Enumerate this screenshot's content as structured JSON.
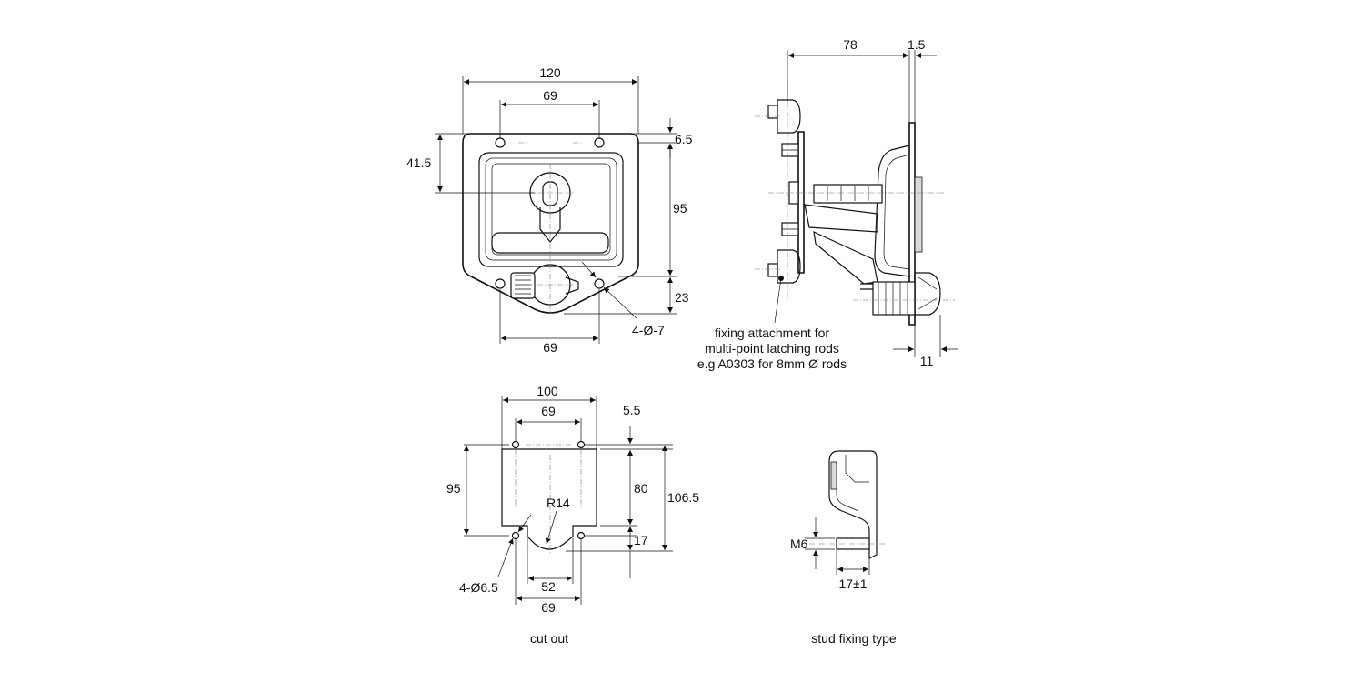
{
  "front_view": {
    "dim_width_overall": "120",
    "dim_hole_pitch_top": "69",
    "dim_height_left": "41.5",
    "dim_top_offset": "6.5",
    "dim_height_right": "95",
    "dim_bottom": "23",
    "dim_hole_pitch_bottom": "69",
    "holes_label": "4-Ø-7"
  },
  "side_view": {
    "dim_depth": "78",
    "dim_flange": "1.5",
    "dim_lock": "11",
    "note_line1": "fixing attachment for",
    "note_line2": "multi-point latching rods",
    "note_line3": "e.g A0303 for 8mm Ø rods"
  },
  "cutout": {
    "dim_width": "100",
    "dim_hole_pitch_top": "69",
    "dim_top_offset": "5.5",
    "dim_height_left": "95",
    "dim_height_inner": "80",
    "dim_height_total": "106.5",
    "radius_label": "R14",
    "dim_bottom": "17",
    "holes_label": "4-Ø6.5",
    "dim_notch": "52",
    "dim_hole_pitch_bottom": "69",
    "caption": "cut out"
  },
  "stud": {
    "thread_label": "M6",
    "length_label": "17±1",
    "caption": "stud fixing type"
  }
}
